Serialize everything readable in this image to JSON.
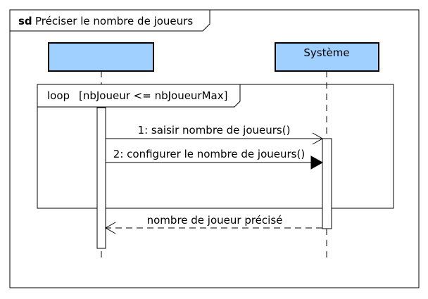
{
  "frame": {
    "keyword": "sd",
    "title": "Préciser le nombre de joueurs"
  },
  "lifelines": [
    {
      "id": "actor",
      "name": "",
      "fill": "#9fd0ff"
    },
    {
      "id": "system",
      "name": "Système",
      "fill": "#9fd0ff"
    }
  ],
  "fragment": {
    "operator": "loop",
    "guard": "[nbJoueur <= nbJoueurMax]"
  },
  "messages": [
    {
      "id": "msg1",
      "label": "1: saisir nombre de joueurs()",
      "kind": "async"
    },
    {
      "id": "msg2",
      "label": "2: configurer le nombre de joueurs()",
      "kind": "sync"
    },
    {
      "id": "reply",
      "label": "nombre de joueur précisé",
      "kind": "reply"
    }
  ],
  "colors": {
    "lifeline_fill": "#9fd0ff",
    "stroke": "#000000",
    "background": "#ffffff"
  }
}
